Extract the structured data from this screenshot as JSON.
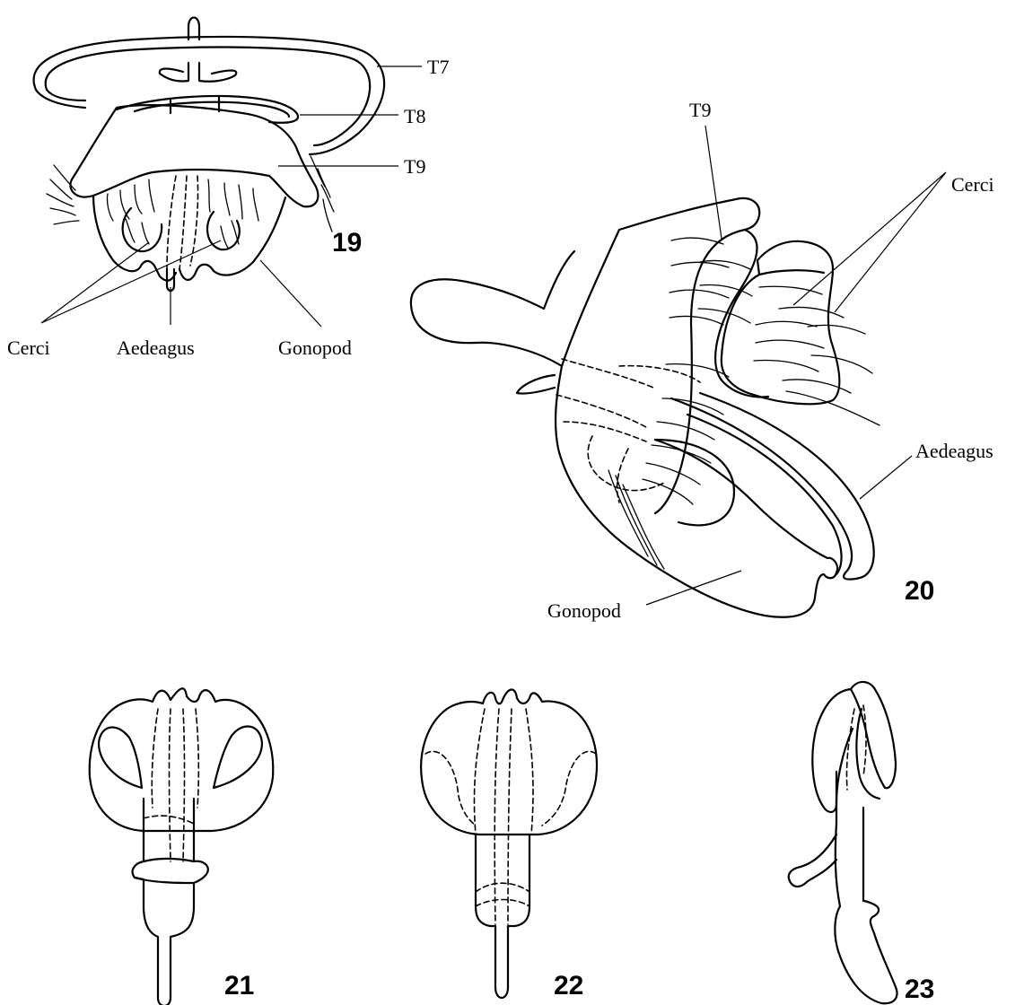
{
  "figures": {
    "fig19": {
      "number": "19",
      "labels": {
        "t7": "T7",
        "t8": "T8",
        "t9": "T9",
        "cerci": "Cerci",
        "aedeagus": "Aedeagus",
        "gonopod": "Gonopod"
      }
    },
    "fig20": {
      "number": "20",
      "labels": {
        "t9": "T9",
        "cerci": "Cerci",
        "aedeagus": "Aedeagus",
        "gonopod": "Gonopod"
      }
    },
    "fig21": {
      "number": "21"
    },
    "fig22": {
      "number": "22"
    },
    "fig23": {
      "number": "23"
    }
  }
}
